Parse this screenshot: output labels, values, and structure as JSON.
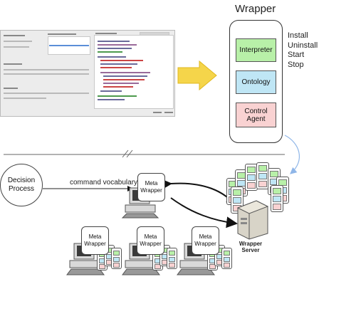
{
  "wrapper": {
    "title": "Wrapper",
    "components": [
      "Interpreter",
      "Ontology",
      "Control Agent"
    ],
    "component_colors": [
      "#b8f0a8",
      "#bfe6f5",
      "#f9d2d2"
    ],
    "operations": [
      "Install",
      "Uninstall",
      "Start",
      "Stop"
    ]
  },
  "decision_process": "Decision Process",
  "command_label": "command vocabulary",
  "meta_wrapper_label": "Meta Wrapper",
  "wrapper_server_label": "Wrapper Server",
  "colors": {
    "arrow": "#f5d54a",
    "curve": "#8fb6e8"
  },
  "icons": [
    "ide-screenshot",
    "right-arrow-icon",
    "computer-icon",
    "server-icon",
    "break-icon"
  ]
}
